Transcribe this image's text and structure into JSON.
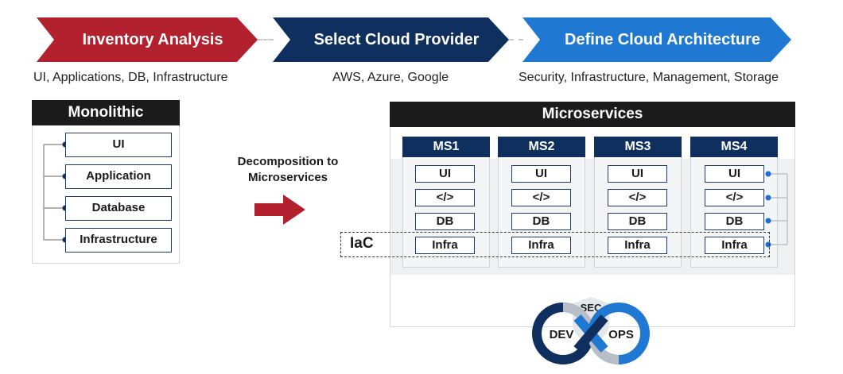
{
  "steps": [
    {
      "title": "Inventory Analysis",
      "subtitle": "UI, Applications, DB, Infrastructure",
      "color": "#b3202e"
    },
    {
      "title": "Select Cloud Provider",
      "subtitle": "AWS, Azure, Google",
      "color": "#0f2f5f"
    },
    {
      "title": "Define Cloud Architecture",
      "subtitle": "Security, Infrastructure, Management, Storage",
      "color": "#1f78d1"
    }
  ],
  "monolithic": {
    "title": "Monolithic",
    "layers": [
      "UI",
      "Application",
      "Database",
      "Infrastructure"
    ]
  },
  "decomposition": {
    "line1": "Decomposition to",
    "line2": "Microservices"
  },
  "microservices": {
    "title": "Microservices",
    "services": [
      {
        "name": "MS1",
        "cells": [
          "UI",
          "</>",
          "DB",
          "Infra"
        ]
      },
      {
        "name": "MS2",
        "cells": [
          "UI",
          "</>",
          "DB",
          "Infra"
        ]
      },
      {
        "name": "MS3",
        "cells": [
          "UI",
          "</>",
          "DB",
          "Infra"
        ]
      },
      {
        "name": "MS4",
        "cells": [
          "UI",
          "</>",
          "DB",
          "Infra"
        ]
      }
    ]
  },
  "iac_label": "IaC",
  "devsecops": {
    "sec": "SEC",
    "dev": "DEV",
    "ops": "OPS"
  },
  "colors": {
    "navy": "#0f2f5f",
    "red": "#b3202e",
    "blue": "#1f78d1",
    "dark": "#1b1b1b"
  }
}
